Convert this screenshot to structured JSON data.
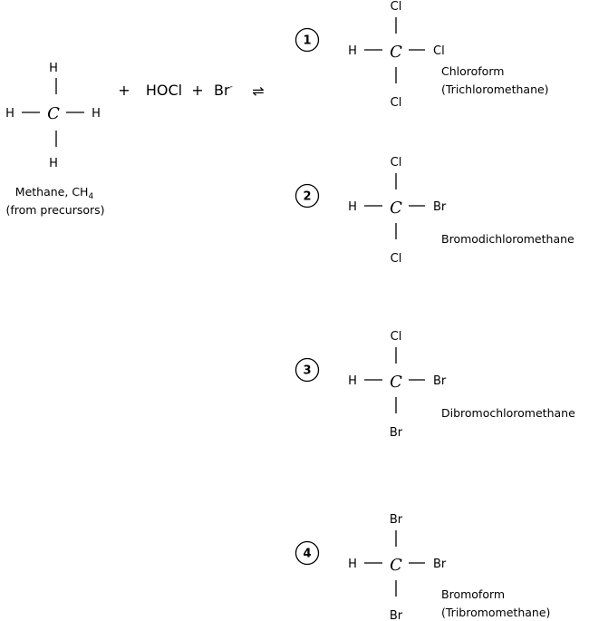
{
  "reactant": {
    "atoms": {
      "top": "H",
      "left": "H",
      "center": "C",
      "right": "H",
      "bottom": "H"
    },
    "name": "Methane, CH",
    "name_sub": "4",
    "source": "(from precursors)"
  },
  "equation": {
    "plus1": "+",
    "reagent1": "HOCl",
    "plus2": "+",
    "reagent2": "Br",
    "reagent2_charge": "-",
    "equilibrium": "⇌"
  },
  "products": [
    {
      "number": "1",
      "top": "Cl",
      "left": "H",
      "center": "C",
      "right": "Cl",
      "bottom": "Cl",
      "name_line1": "Chloroform",
      "name_line2": "(Trichloromethane)"
    },
    {
      "number": "2",
      "top": "Cl",
      "left": "H",
      "center": "C",
      "right": "Br",
      "bottom": "Cl",
      "name_line1": "Bromodichloromethane",
      "name_line2": ""
    },
    {
      "number": "3",
      "top": "Cl",
      "left": "H",
      "center": "C",
      "right": "Br",
      "bottom": "Br",
      "name_line1": "Dibromochloromethane",
      "name_line2": ""
    },
    {
      "number": "4",
      "top": "Br",
      "left": "H",
      "center": "C",
      "right": "Br",
      "bottom": "Br",
      "name_line1": "Bromoform",
      "name_line2": "(Tribromomethane)"
    }
  ]
}
